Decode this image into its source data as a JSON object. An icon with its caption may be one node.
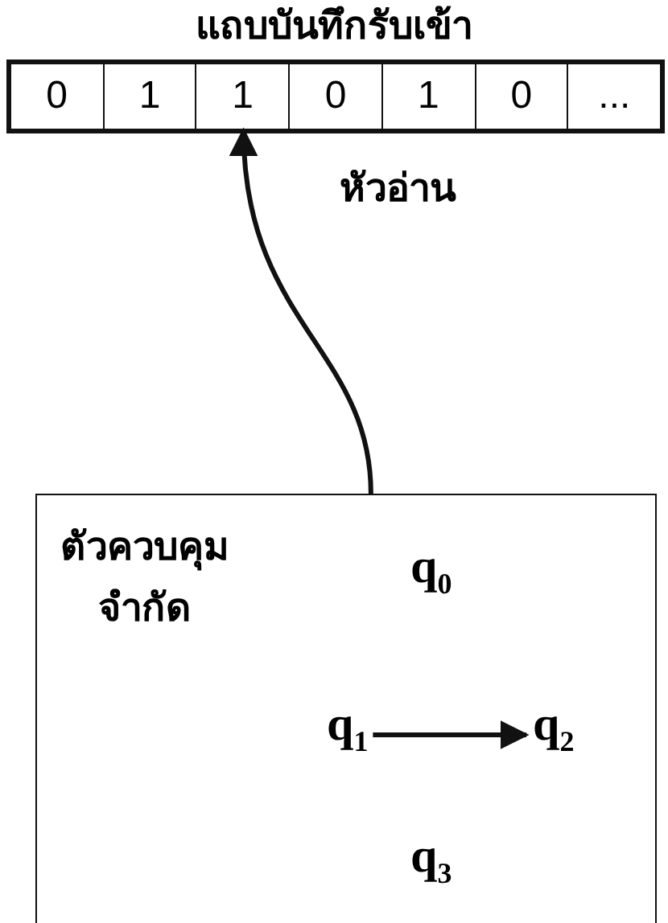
{
  "diagram": {
    "nodes": [
      {
        "text": [
          "แถบบันทึกรับเข้า"
        ]
      },
      {
        "text": [
          "0"
        ],
        "in": 0
      },
      {
        "text": [
          "1"
        ],
        "in": 0
      },
      {
        "text": [
          "1"
        ],
        "in": 0
      },
      {
        "text": [
          "0"
        ],
        "in": 0
      },
      {
        "text": [
          "1"
        ],
        "in": 0
      },
      {
        "text": [
          "0"
        ],
        "in": 0
      },
      {
        "text": [
          "..."
        ],
        "in": 0
      },
      {
        "text": [
          "ตัวควบคุมจำกัด"
        ]
      },
      {
        "text": [
          "q$_{0}$"
        ],
        "in": 8
      },
      {
        "text": [
          "q$_{1}$"
        ],
        "in": 8
      },
      {
        "text": [
          "q$_{2}$"
        ],
        "in": 8
      },
      {
        "text": [
          "q$_{3}$"
        ],
        "in": 8
      }
    ],
    "edges": [
      {
        "from": 8,
        "to": 3,
        "arrow": "to",
        "label": "หัวอ่าน"
      },
      {
        "from": 10,
        "to": 11,
        "arrow": "to"
      }
    ]
  }
}
